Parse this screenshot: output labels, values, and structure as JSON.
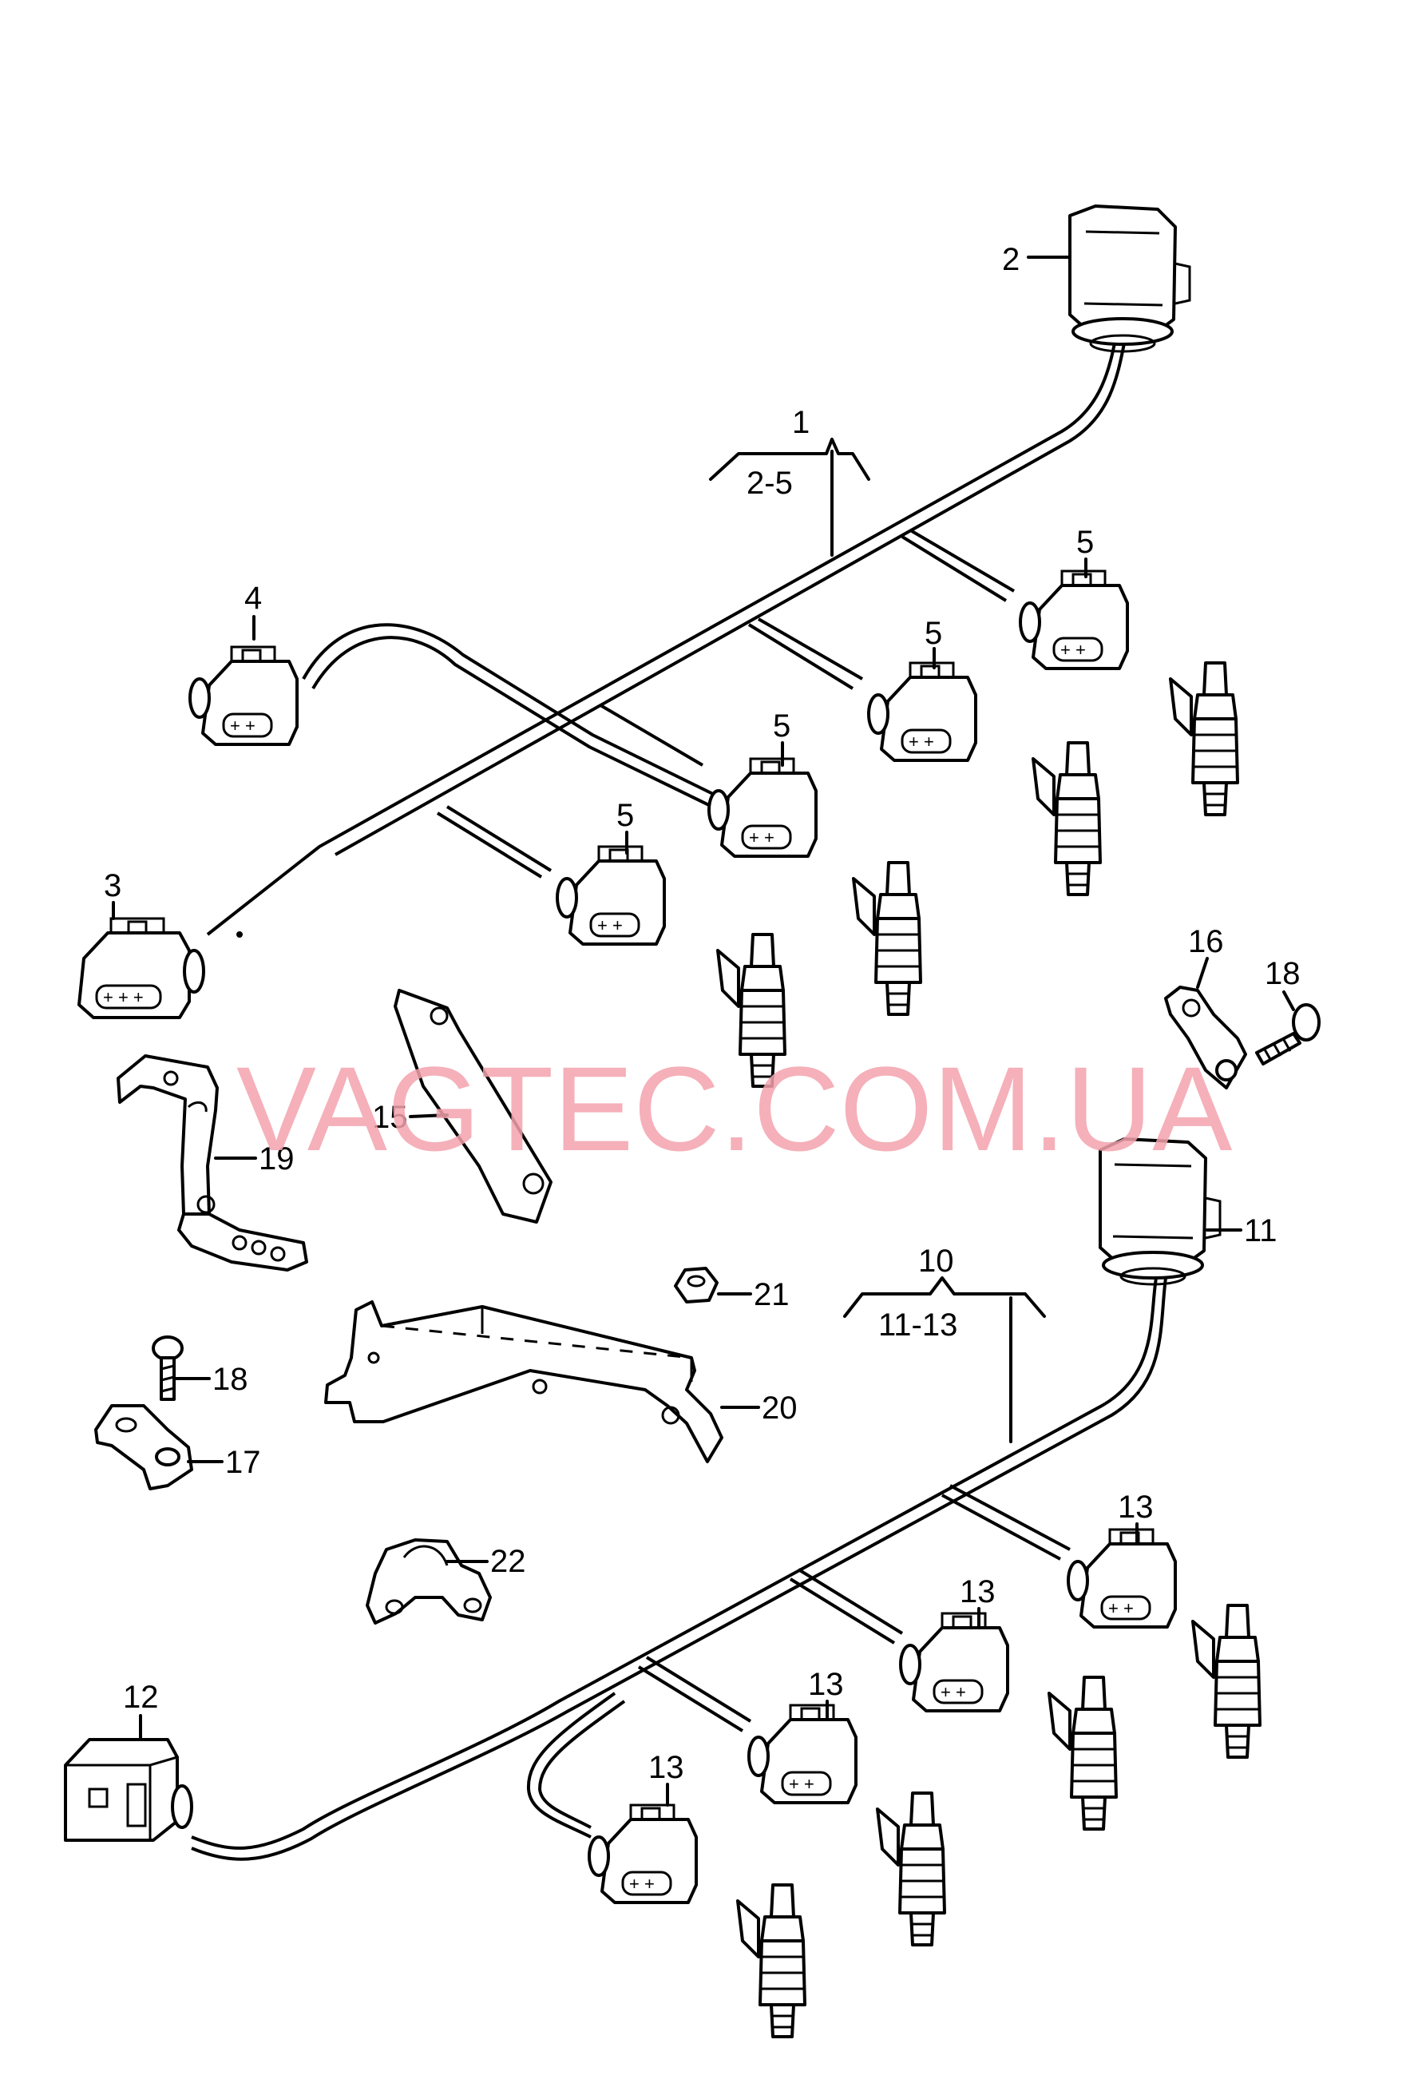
{
  "watermark": "VAGTEC.COM.UA",
  "callouts": {
    "c1": "1",
    "c1_range": "2-5",
    "c2": "2",
    "c3": "3",
    "c4": "4",
    "c5a": "5",
    "c5b": "5",
    "c5c": "5",
    "c5d": "5",
    "c10": "10",
    "c10_range": "11-13",
    "c11": "11",
    "c12": "12",
    "c13a": "13",
    "c13b": "13",
    "c13c": "13",
    "c13d": "13",
    "c15": "15",
    "c16": "16",
    "c17": "17",
    "c18a": "18",
    "c18b": "18",
    "c19": "19",
    "c20": "20",
    "c21": "21",
    "c22": "22"
  }
}
